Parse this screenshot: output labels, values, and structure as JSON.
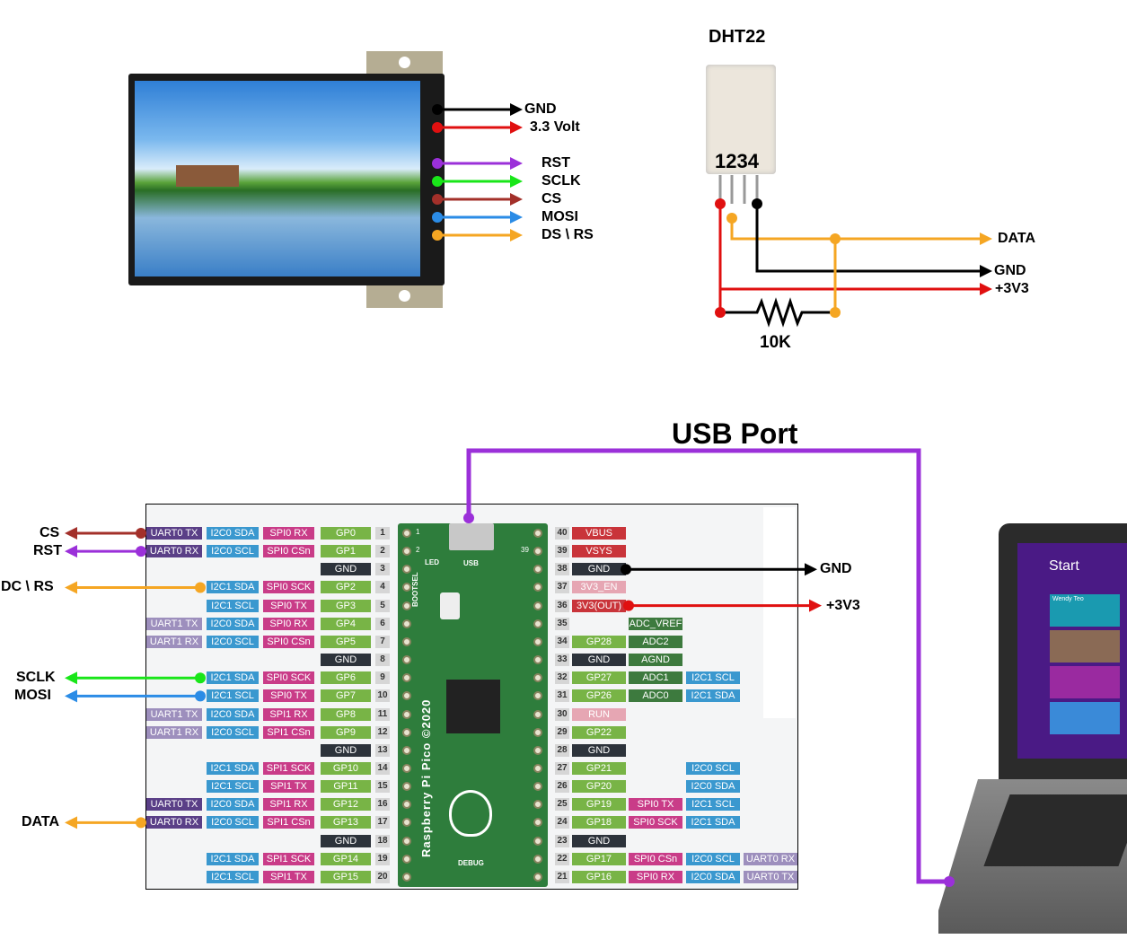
{
  "display": {
    "labels": [
      "GND",
      "3.3 Volt",
      "RST",
      "SCLK",
      "CS",
      "MOSI",
      "DS \\ RS"
    ],
    "colors": [
      "#000000",
      "#e01010",
      "#9b30d9",
      "#19e619",
      "#a3302a",
      "#2b8ce6",
      "#f5a623"
    ]
  },
  "dht22": {
    "title": "DHT22",
    "pins": "1234",
    "labels": {
      "data": "DATA",
      "gnd": "GND",
      "vcc": "+3V3"
    },
    "resistor": "10K"
  },
  "usb": {
    "label": "USB Port",
    "color": "#9b30d9"
  },
  "pico": {
    "board_labels": {
      "led": "LED",
      "usb": "USB",
      "bootsel": "BOOTSEL",
      "name": "Raspberry Pi Pico ©2020",
      "debug": "DEBUG",
      "pin1": "1",
      "pin2": "2",
      "pin39": "39"
    },
    "type_colors": {
      "uart0": "#5a3f87",
      "uart1": "#9d8fbd",
      "i2c": "#3a98cf",
      "spi": "#c93c88",
      "gp": "#78b446",
      "gnd": "#2d333b",
      "power": "#c9343a",
      "pink": "#e6a6b3",
      "adc": "#3d7a3e"
    },
    "left_rows": [
      {
        "num": "1",
        "cells": [
          [
            "UART0 TX",
            "uart0"
          ],
          [
            "I2C0 SDA",
            "i2c"
          ],
          [
            "SPI0 RX",
            "spi"
          ],
          [
            "GP0",
            "gp"
          ]
        ]
      },
      {
        "num": "2",
        "cells": [
          [
            "UART0 RX",
            "uart0"
          ],
          [
            "I2C0 SCL",
            "i2c"
          ],
          [
            "SPI0 CSn",
            "spi"
          ],
          [
            "GP1",
            "gp"
          ]
        ]
      },
      {
        "num": "3",
        "cells": [
          null,
          null,
          null,
          [
            "GND",
            "gnd"
          ]
        ]
      },
      {
        "num": "4",
        "cells": [
          null,
          [
            "I2C1 SDA",
            "i2c"
          ],
          [
            "SPI0 SCK",
            "spi"
          ],
          [
            "GP2",
            "gp"
          ]
        ]
      },
      {
        "num": "5",
        "cells": [
          null,
          [
            "I2C1 SCL",
            "i2c"
          ],
          [
            "SPI0 TX",
            "spi"
          ],
          [
            "GP3",
            "gp"
          ]
        ]
      },
      {
        "num": "6",
        "cells": [
          [
            "UART1 TX",
            "uart1"
          ],
          [
            "I2C0 SDA",
            "i2c"
          ],
          [
            "SPI0 RX",
            "spi"
          ],
          [
            "GP4",
            "gp"
          ]
        ]
      },
      {
        "num": "7",
        "cells": [
          [
            "UART1 RX",
            "uart1"
          ],
          [
            "I2C0 SCL",
            "i2c"
          ],
          [
            "SPI0 CSn",
            "spi"
          ],
          [
            "GP5",
            "gp"
          ]
        ]
      },
      {
        "num": "8",
        "cells": [
          null,
          null,
          null,
          [
            "GND",
            "gnd"
          ]
        ]
      },
      {
        "num": "9",
        "cells": [
          null,
          [
            "I2C1 SDA",
            "i2c"
          ],
          [
            "SPI0 SCK",
            "spi"
          ],
          [
            "GP6",
            "gp"
          ]
        ]
      },
      {
        "num": "10",
        "cells": [
          null,
          [
            "I2C1 SCL",
            "i2c"
          ],
          [
            "SPI0 TX",
            "spi"
          ],
          [
            "GP7",
            "gp"
          ]
        ]
      },
      {
        "num": "11",
        "cells": [
          [
            "UART1 TX",
            "uart1"
          ],
          [
            "I2C0 SDA",
            "i2c"
          ],
          [
            "SPI1 RX",
            "spi"
          ],
          [
            "GP8",
            "gp"
          ]
        ]
      },
      {
        "num": "12",
        "cells": [
          [
            "UART1 RX",
            "uart1"
          ],
          [
            "I2C0 SCL",
            "i2c"
          ],
          [
            "SPI1 CSn",
            "spi"
          ],
          [
            "GP9",
            "gp"
          ]
        ]
      },
      {
        "num": "13",
        "cells": [
          null,
          null,
          null,
          [
            "GND",
            "gnd"
          ]
        ]
      },
      {
        "num": "14",
        "cells": [
          null,
          [
            "I2C1 SDA",
            "i2c"
          ],
          [
            "SPI1 SCK",
            "spi"
          ],
          [
            "GP10",
            "gp"
          ]
        ]
      },
      {
        "num": "15",
        "cells": [
          null,
          [
            "I2C1 SCL",
            "i2c"
          ],
          [
            "SPI1 TX",
            "spi"
          ],
          [
            "GP11",
            "gp"
          ]
        ]
      },
      {
        "num": "16",
        "cells": [
          [
            "UART0 TX",
            "uart0"
          ],
          [
            "I2C0 SDA",
            "i2c"
          ],
          [
            "SPI1 RX",
            "spi"
          ],
          [
            "GP12",
            "gp"
          ]
        ]
      },
      {
        "num": "17",
        "cells": [
          [
            "UART0 RX",
            "uart0"
          ],
          [
            "I2C0 SCL",
            "i2c"
          ],
          [
            "SPI1 CSn",
            "spi"
          ],
          [
            "GP13",
            "gp"
          ]
        ]
      },
      {
        "num": "18",
        "cells": [
          null,
          null,
          null,
          [
            "GND",
            "gnd"
          ]
        ]
      },
      {
        "num": "19",
        "cells": [
          null,
          [
            "I2C1 SDA",
            "i2c"
          ],
          [
            "SPI1 SCK",
            "spi"
          ],
          [
            "GP14",
            "gp"
          ]
        ]
      },
      {
        "num": "20",
        "cells": [
          null,
          [
            "I2C1 SCL",
            "i2c"
          ],
          [
            "SPI1 TX",
            "spi"
          ],
          [
            "GP15",
            "gp"
          ]
        ]
      }
    ],
    "right_rows": [
      {
        "num": "40",
        "cells": [
          [
            "VBUS",
            "power"
          ]
        ]
      },
      {
        "num": "39",
        "cells": [
          [
            "VSYS",
            "power"
          ]
        ]
      },
      {
        "num": "38",
        "cells": [
          [
            "GND",
            "gnd"
          ]
        ]
      },
      {
        "num": "37",
        "cells": [
          [
            "3V3_EN",
            "pink"
          ]
        ]
      },
      {
        "num": "36",
        "cells": [
          [
            "3V3(OUT)",
            "power"
          ]
        ]
      },
      {
        "num": "35",
        "cells": [
          null,
          [
            "ADC_VREF",
            "adc"
          ]
        ]
      },
      {
        "num": "34",
        "cells": [
          [
            "GP28",
            "gp"
          ],
          [
            "ADC2",
            "adc"
          ]
        ]
      },
      {
        "num": "33",
        "cells": [
          [
            "GND",
            "gnd"
          ],
          [
            "AGND",
            "adc"
          ]
        ]
      },
      {
        "num": "32",
        "cells": [
          [
            "GP27",
            "gp"
          ],
          [
            "ADC1",
            "adc"
          ],
          [
            "I2C1 SCL",
            "i2c"
          ]
        ]
      },
      {
        "num": "31",
        "cells": [
          [
            "GP26",
            "gp"
          ],
          [
            "ADC0",
            "adc"
          ],
          [
            "I2C1 SDA",
            "i2c"
          ]
        ]
      },
      {
        "num": "30",
        "cells": [
          [
            "RUN",
            "pink"
          ]
        ]
      },
      {
        "num": "29",
        "cells": [
          [
            "GP22",
            "gp"
          ]
        ]
      },
      {
        "num": "28",
        "cells": [
          [
            "GND",
            "gnd"
          ]
        ]
      },
      {
        "num": "27",
        "cells": [
          [
            "GP21",
            "gp"
          ],
          null,
          [
            "I2C0 SCL",
            "i2c"
          ]
        ]
      },
      {
        "num": "26",
        "cells": [
          [
            "GP20",
            "gp"
          ],
          null,
          [
            "I2C0 SDA",
            "i2c"
          ]
        ]
      },
      {
        "num": "25",
        "cells": [
          [
            "GP19",
            "gp"
          ],
          [
            "SPI0 TX",
            "spi"
          ],
          [
            "I2C1 SCL",
            "i2c"
          ]
        ]
      },
      {
        "num": "24",
        "cells": [
          [
            "GP18",
            "gp"
          ],
          [
            "SPI0 SCK",
            "spi"
          ],
          [
            "I2C1 SDA",
            "i2c"
          ]
        ]
      },
      {
        "num": "23",
        "cells": [
          [
            "GND",
            "gnd"
          ]
        ]
      },
      {
        "num": "22",
        "cells": [
          [
            "GP17",
            "gp"
          ],
          [
            "SPI0 CSn",
            "spi"
          ],
          [
            "I2C0 SCL",
            "i2c"
          ],
          [
            "UART0 RX",
            "uart1"
          ]
        ]
      },
      {
        "num": "21",
        "cells": [
          [
            "GP16",
            "gp"
          ],
          [
            "SPI0 RX",
            "spi"
          ],
          [
            "I2C0 SDA",
            "i2c"
          ],
          [
            "UART0 TX",
            "uart1"
          ]
        ]
      }
    ]
  },
  "pico_wires_left": [
    {
      "label": "CS",
      "pin": "1",
      "color": "#a3302a"
    },
    {
      "label": "RST",
      "pin": "2",
      "color": "#9b30d9"
    },
    {
      "label": "DC \\ RS",
      "pin": "4",
      "color": "#f5a623"
    },
    {
      "label": "SCLK",
      "pin": "9",
      "color": "#19e619"
    },
    {
      "label": "MOSI",
      "pin": "10",
      "color": "#2b8ce6"
    },
    {
      "label": "DATA",
      "pin": "17",
      "color": "#f5a623"
    }
  ],
  "pico_wires_right": [
    {
      "label": "GND",
      "pin": "38",
      "color": "#000000"
    },
    {
      "label": "+3V3",
      "pin": "36",
      "color": "#e01010"
    }
  ],
  "laptop": {
    "screen_title": "Start",
    "tile_name": "Wendy Teo"
  }
}
